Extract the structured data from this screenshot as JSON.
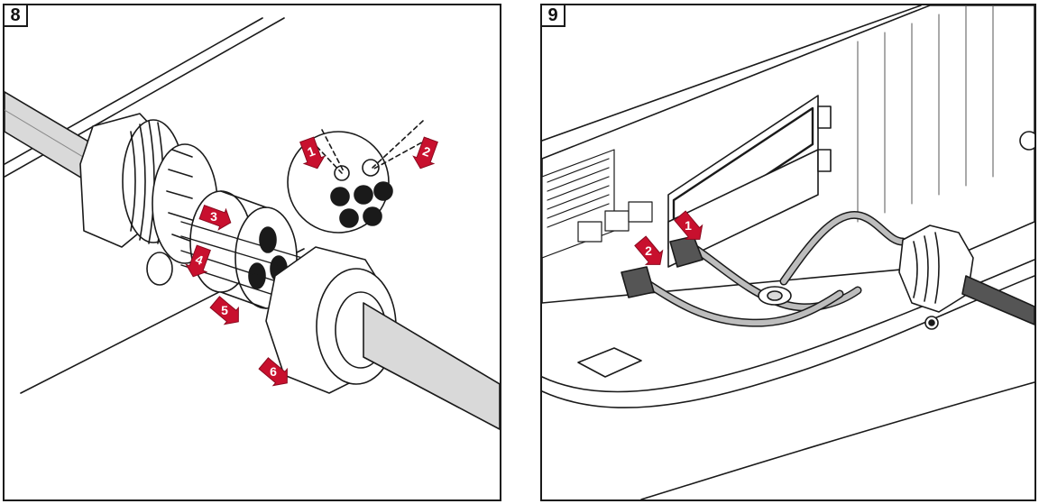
{
  "panels": [
    {
      "step_number": "8",
      "callouts": [
        "1",
        "2",
        "3",
        "4",
        "5",
        "6"
      ]
    },
    {
      "step_number": "9",
      "callouts": [
        "1",
        "2"
      ]
    }
  ],
  "colors": {
    "line": "#1a1a1a",
    "cable_fill": "#d9d9d9",
    "callout_red": "#c8102e",
    "callout_red_dark": "#8a0a1f",
    "background": "#ffffff"
  }
}
